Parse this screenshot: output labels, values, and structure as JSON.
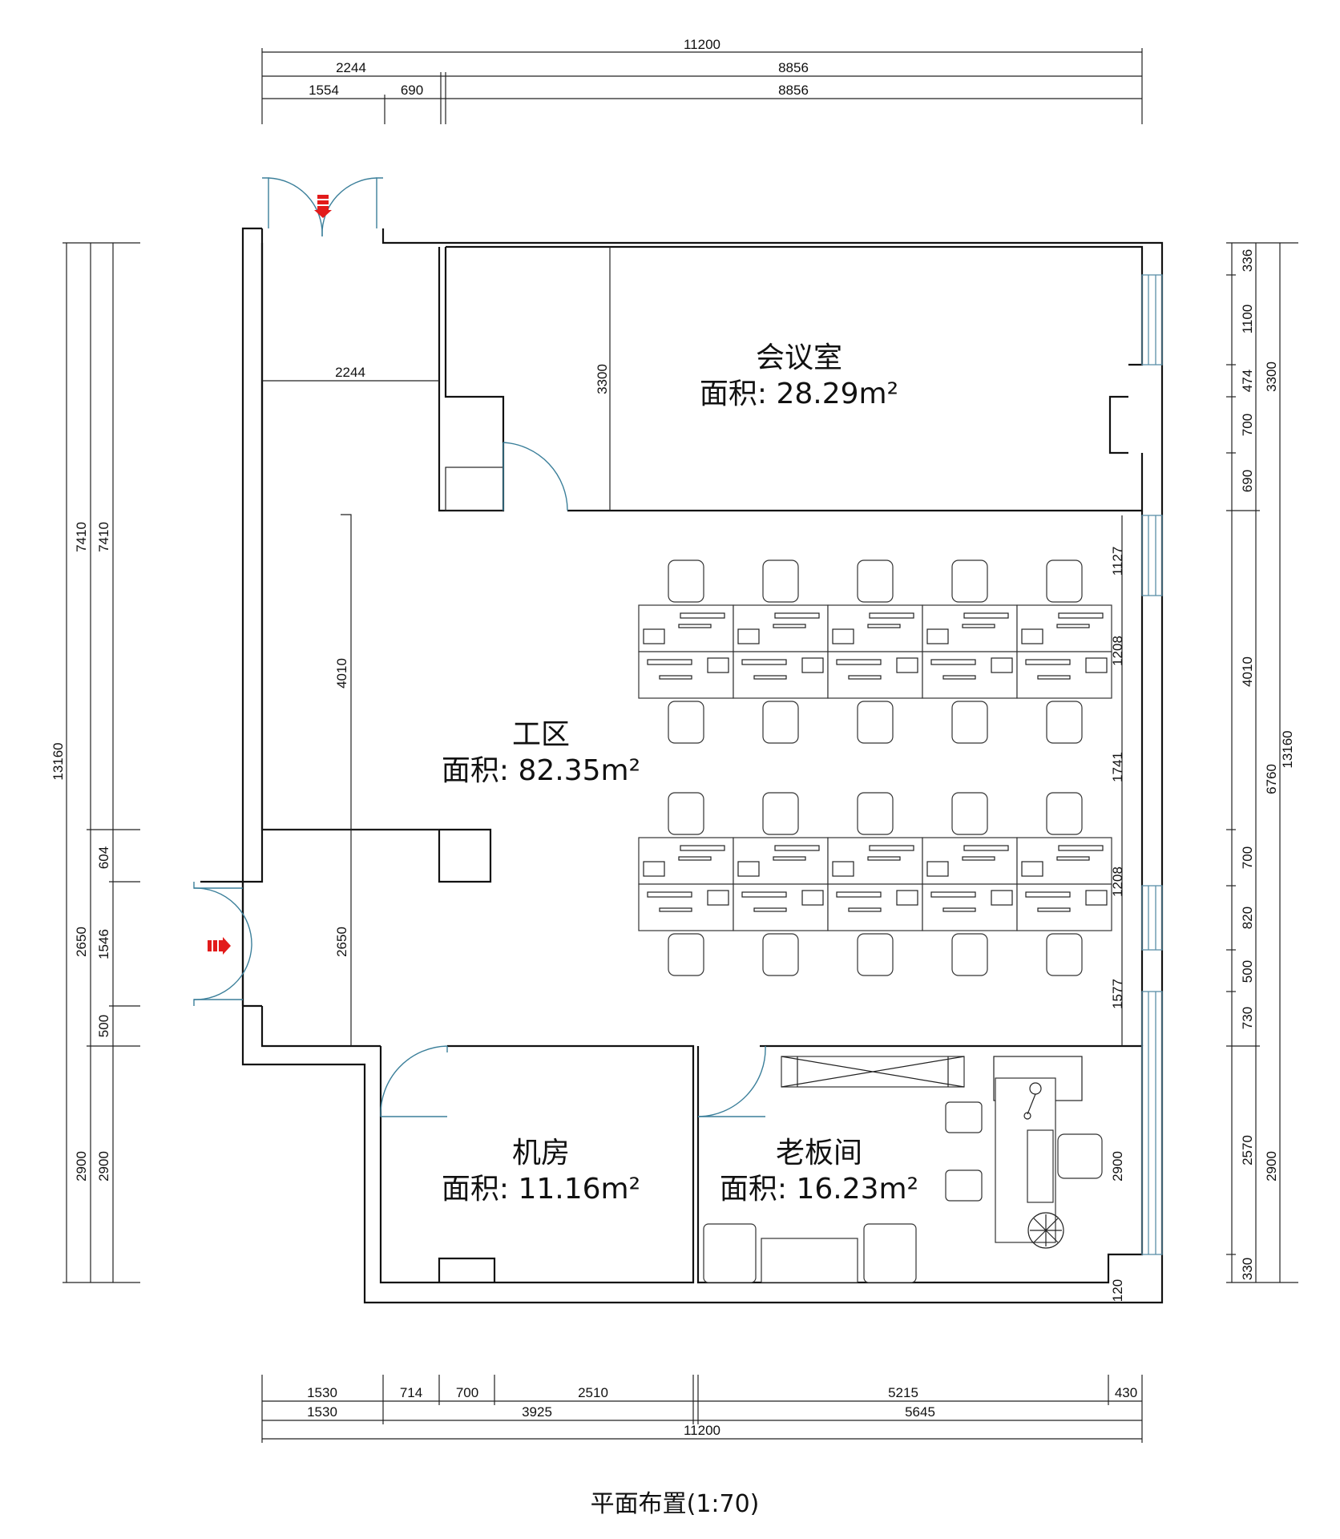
{
  "plan_title": "平面布置(1:70)",
  "rooms": [
    {
      "id": "meeting",
      "name": "会议室",
      "area": "面积: 28.29m²"
    },
    {
      "id": "work",
      "name": "工区",
      "area": "面积: 82.35m²"
    },
    {
      "id": "server",
      "name": "机房",
      "area": "面积: 11.16m²"
    },
    {
      "id": "boss",
      "name": "老板间",
      "area": "面积: 16.23m²"
    }
  ],
  "dimensions": {
    "top_row1": [
      "11200"
    ],
    "top_row2": [
      "2244",
      "8856"
    ],
    "top_row3": [
      "1554",
      "690",
      "8856"
    ],
    "bottom_row1": [
      "1530",
      "714",
      "700",
      "2510",
      "5215",
      "430"
    ],
    "bottom_row2": [
      "1530",
      "3925",
      "5645"
    ],
    "bottom_row3": [
      "11200"
    ],
    "left_outer": [
      "13160"
    ],
    "left_mid": [
      "7410",
      "2650",
      "2900"
    ],
    "left_inner": [
      "7410",
      "604",
      "1546",
      "500",
      "2900"
    ],
    "right_inner": [
      "336",
      "1100",
      "474",
      "700",
      "690",
      "4010",
      "700",
      "820",
      "500",
      "730",
      "2570",
      "330"
    ],
    "right_mid": [
      "3300",
      "6760",
      "2900"
    ],
    "right_outer": [
      "13160"
    ],
    "interior": {
      "corridor_width": "2244",
      "meeting_height": "3300",
      "work_height": "4010",
      "entry_height": "2650",
      "desk_gaps": [
        "1127",
        "1208",
        "1741",
        "1208",
        "1577"
      ],
      "boss_height": "2900",
      "boss_bottom": "120"
    }
  }
}
